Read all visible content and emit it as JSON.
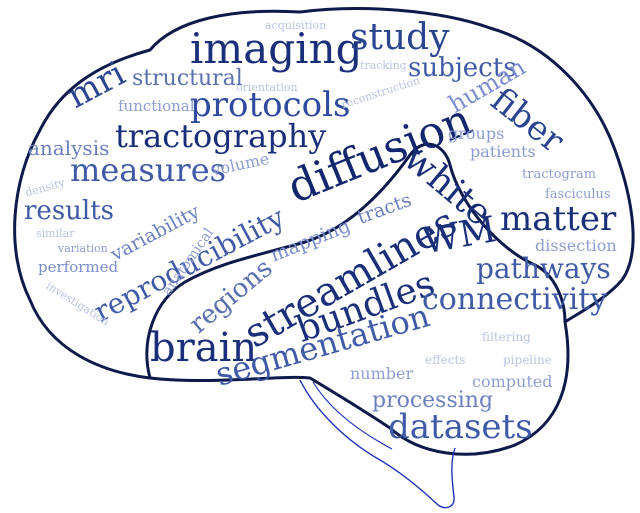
{
  "words": [
    {
      "id": "imaging",
      "text": "imaging",
      "color": "#1a2f7a"
    },
    {
      "id": "study",
      "text": "study",
      "color": "#2a4590"
    },
    {
      "id": "subjects",
      "text": "subjects",
      "color": "#3f5aa6"
    },
    {
      "id": "acquisition",
      "text": "acquisition",
      "color": "#b9c4e4"
    },
    {
      "id": "tracking",
      "text": "tracking",
      "color": "#b9c4e4"
    },
    {
      "id": "orientation",
      "text": "orientation",
      "color": "#b9c4e4"
    },
    {
      "id": "structural",
      "text": "structural",
      "color": "#5870b0"
    },
    {
      "id": "mri",
      "text": "mri",
      "color": "#2a4590"
    },
    {
      "id": "functional",
      "text": "functional",
      "color": "#8d9dd0"
    },
    {
      "id": "protocols",
      "text": "protocols",
      "color": "#2f4ba0"
    },
    {
      "id": "reconstruction",
      "text": "reconstruction",
      "color": "#b9c4e4"
    },
    {
      "id": "human",
      "text": "human",
      "color": "#7a8ed0"
    },
    {
      "id": "fiber",
      "text": "fiber",
      "color": "#2a4590"
    },
    {
      "id": "analysis",
      "text": "analysis",
      "color": "#6a80c0"
    },
    {
      "id": "tractography",
      "text": "tractography",
      "color": "#1a2f7a"
    },
    {
      "id": "diffusion",
      "text": "diffusion",
      "color": "#12266e"
    },
    {
      "id": "groups",
      "text": "groups",
      "color": "#8d9dd0"
    },
    {
      "id": "patients",
      "text": "patients",
      "color": "#8d9dd0"
    },
    {
      "id": "density",
      "text": "density",
      "color": "#b9c4e4"
    },
    {
      "id": "measures",
      "text": "measures",
      "color": "#3f5aa6"
    },
    {
      "id": "volume",
      "text": "volume",
      "color": "#8d9dd0"
    },
    {
      "id": "white",
      "text": "white",
      "color": "#1a2f7a"
    },
    {
      "id": "tractogram",
      "text": "tractogram",
      "color": "#8d9dd0"
    },
    {
      "id": "fasciculus",
      "text": "fasciculus",
      "color": "#8d9dd0"
    },
    {
      "id": "results",
      "text": "results",
      "color": "#3f5aa6"
    },
    {
      "id": "reproducibility",
      "text": "reproducibility",
      "color": "#3f5aa6"
    },
    {
      "id": "variability",
      "text": "variability",
      "color": "#6a80c0"
    },
    {
      "id": "tracts",
      "text": "tracts",
      "color": "#6a80c0"
    },
    {
      "id": "matter",
      "text": "matter",
      "color": "#1a2f7a"
    },
    {
      "id": "similar",
      "text": "similar",
      "color": "#b9c4e4"
    },
    {
      "id": "variation",
      "text": "variation",
      "color": "#8d9dd0"
    },
    {
      "id": "mapping",
      "text": "mapping",
      "color": "#7a8ed0"
    },
    {
      "id": "streamlines",
      "text": "streamlines",
      "color": "#1a2f7a"
    },
    {
      "id": "wm",
      "text": "WM",
      "color": "#1a2f7a"
    },
    {
      "id": "dissection",
      "text": "dissection",
      "color": "#8d9dd0"
    },
    {
      "id": "performed",
      "text": "performed",
      "color": "#7a8ed0"
    },
    {
      "id": "pathways",
      "text": "pathways",
      "color": "#3f5aa6"
    },
    {
      "id": "anatomical",
      "text": "anatomical",
      "color": "#8d9dd0"
    },
    {
      "id": "regions",
      "text": "regions",
      "color": "#5870b0"
    },
    {
      "id": "investigation",
      "text": "investigation",
      "color": "#b9c4e4"
    },
    {
      "id": "bundles",
      "text": "bundles",
      "color": "#1a2f7a"
    },
    {
      "id": "connectivity",
      "text": "connectivity",
      "color": "#3f5aa6"
    },
    {
      "id": "brain",
      "text": "brain",
      "color": "#1a2f7a"
    },
    {
      "id": "segmentation",
      "text": "segmentation",
      "color": "#3f5aa6"
    },
    {
      "id": "filtering",
      "text": "filtering",
      "color": "#b9c4e4"
    },
    {
      "id": "effects",
      "text": "effects",
      "color": "#b9c4e4"
    },
    {
      "id": "pipeline",
      "text": "pipeline",
      "color": "#b9c4e4"
    },
    {
      "id": "number",
      "text": "number",
      "color": "#8d9dd0"
    },
    {
      "id": "computed",
      "text": "computed",
      "color": "#8d9dd0"
    },
    {
      "id": "processing",
      "text": "processing",
      "color": "#6a80c0"
    },
    {
      "id": "datasets",
      "text": "datasets",
      "color": "#3f5aa6"
    }
  ],
  "colors": {
    "outline": "#0d1a4a",
    "stem": "#2233bb",
    "background": "#ffffff"
  }
}
